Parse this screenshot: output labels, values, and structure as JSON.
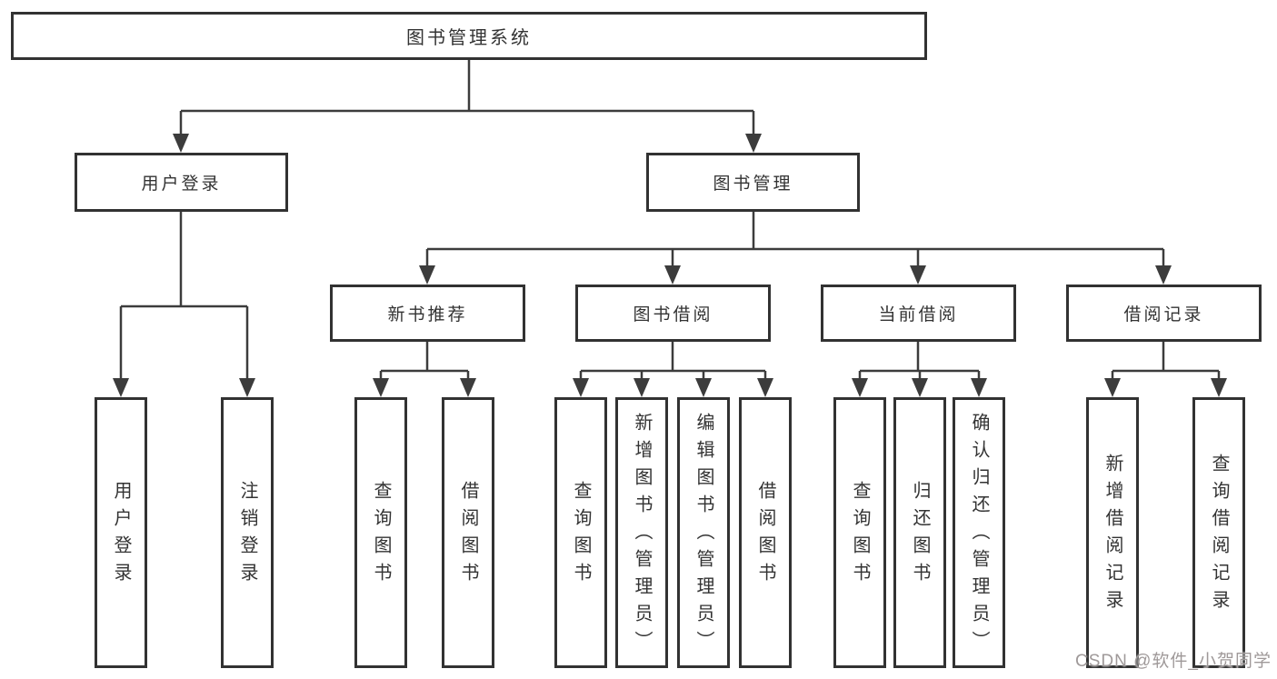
{
  "diagram_title": "图书管理系统",
  "colors": {
    "line": "#3c3c3c",
    "box_border": "#323232",
    "text": "#333333",
    "background": "#ffffff",
    "watermark": "#9f9999"
  },
  "tree": {
    "root": {
      "label": "图书管理系统",
      "children": [
        {
          "label": "用户登录",
          "children": [
            {
              "label": "用户登录"
            },
            {
              "label": "注销登录"
            }
          ]
        },
        {
          "label": "图书管理",
          "children": [
            {
              "label": "新书推荐",
              "children": [
                {
                  "label": "查询图书"
                },
                {
                  "label": "借阅图书"
                }
              ]
            },
            {
              "label": "图书借阅",
              "children": [
                {
                  "label": "查询图书"
                },
                {
                  "label": "新增图书（管理员）"
                },
                {
                  "label": "编辑图书（管理员）"
                },
                {
                  "label": "借阅图书"
                }
              ]
            },
            {
              "label": "当前借阅",
              "children": [
                {
                  "label": "查询图书"
                },
                {
                  "label": "归还图书"
                },
                {
                  "label": "确认归还（管理员）"
                }
              ]
            },
            {
              "label": "借阅记录",
              "children": [
                {
                  "label": "新增借阅记录"
                },
                {
                  "label": "查询借阅记录"
                }
              ]
            }
          ]
        }
      ]
    }
  },
  "watermark": {
    "text": "CSDN @软件_小贺同学"
  }
}
